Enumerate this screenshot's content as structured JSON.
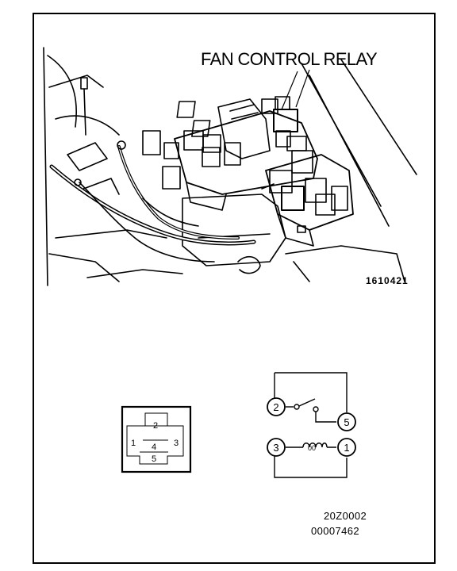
{
  "illustration": {
    "callout": "FAN CONTROL RELAY",
    "figure_number": "1610421"
  },
  "connector": {
    "pins": [
      "1",
      "2",
      "3",
      "4",
      "5"
    ]
  },
  "schematic": {
    "terminals": [
      "1",
      "2",
      "3",
      "5"
    ],
    "coil_label": "00"
  },
  "doc_codes": [
    "20Z0002",
    "00007462"
  ]
}
